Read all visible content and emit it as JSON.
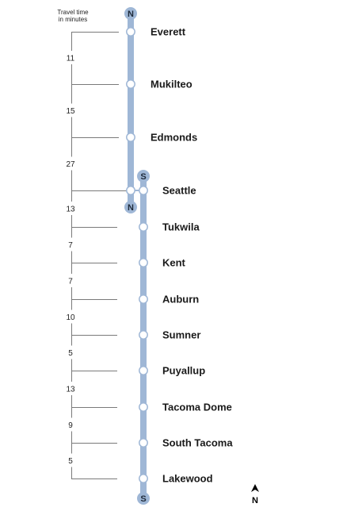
{
  "header": {
    "title_line1": "Travel time",
    "title_line2": "in minutes"
  },
  "colors": {
    "route": "#9fb7d6",
    "terminal_badge": "#9fb7d6",
    "text": "#1a1a1a"
  },
  "north_line": {
    "start_badge": "N",
    "end_badge": "S",
    "stations": [
      "Everett",
      "Mukilteo",
      "Edmonds",
      "Seattle"
    ],
    "travel_times": [
      "11",
      "15",
      "27"
    ]
  },
  "south_line": {
    "start_badge": "N",
    "end_badge": "S",
    "stations": [
      "Seattle",
      "Tukwila",
      "Kent",
      "Auburn",
      "Sumner",
      "Puyallup",
      "Tacoma Dome",
      "South Tacoma",
      "Lakewood"
    ],
    "travel_times": [
      "13",
      "7",
      "7",
      "10",
      "5",
      "13",
      "9",
      "5"
    ]
  },
  "compass": {
    "label": "N",
    "icon": "north-arrow-icon"
  }
}
